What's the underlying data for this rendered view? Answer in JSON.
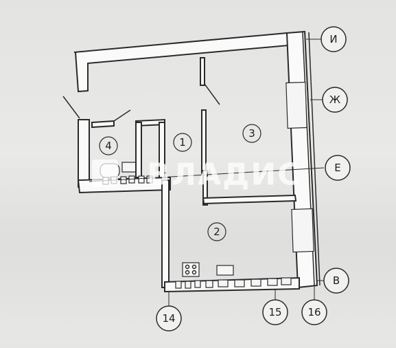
{
  "rooms": [
    {
      "id": "room-1",
      "label": "1"
    },
    {
      "id": "room-2",
      "label": "2"
    },
    {
      "id": "room-3",
      "label": "3"
    },
    {
      "id": "room-4",
      "label": "4"
    }
  ],
  "axes": {
    "row": [
      {
        "id": "axis-i",
        "label": "И"
      },
      {
        "id": "axis-zh",
        "label": "Ж"
      },
      {
        "id": "axis-e",
        "label": "Е"
      },
      {
        "id": "axis-v",
        "label": "В"
      }
    ],
    "col": [
      {
        "id": "axis-14",
        "label": "14"
      },
      {
        "id": "axis-15",
        "label": "15"
      },
      {
        "id": "axis-16",
        "label": "16"
      }
    ]
  },
  "watermark": {
    "text": "ВЛАДИС"
  },
  "colors": {
    "ink": "#2a2a2a",
    "paper": "#e6e6e4",
    "watermark": "#ffffff"
  }
}
